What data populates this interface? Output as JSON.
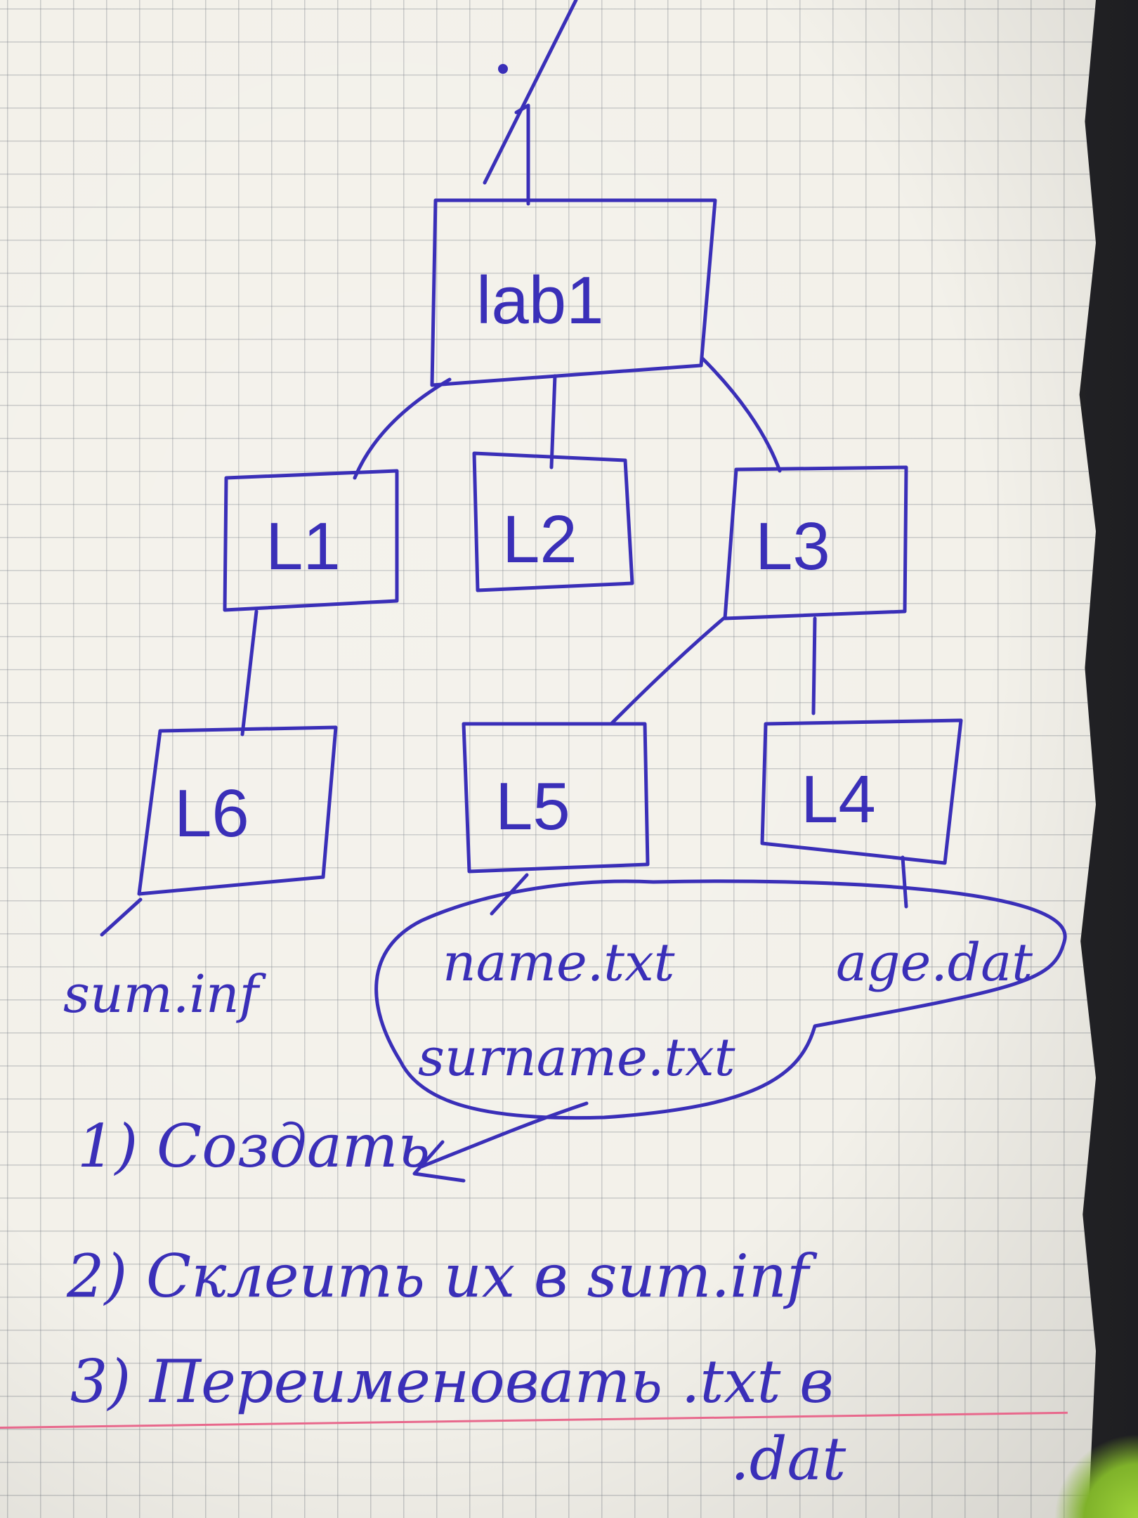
{
  "diagram": {
    "root": "lab1",
    "level1": [
      "L1",
      "L2",
      "L3"
    ],
    "level2": [
      "L6",
      "L5",
      "L4"
    ],
    "files": {
      "l6": "sum.inf",
      "l5_a": "name.txt",
      "l5_b": "surname.txt",
      "l4": "age.dat"
    }
  },
  "tasks": [
    "1) Создать",
    "2) Склеить их в sum.inf",
    "3) Переименовать .txt в",
    ".dat"
  ],
  "colors": {
    "ink": "#3a2fb8",
    "grid": "#9aa0aa",
    "margin_line": "#e8688c",
    "paper": "#f3f1ea"
  }
}
